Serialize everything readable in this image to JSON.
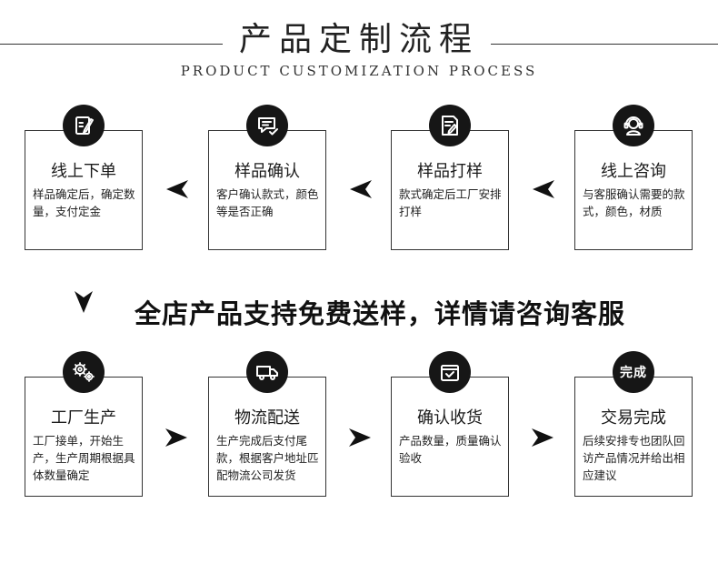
{
  "header": {
    "title": "产品定制流程",
    "subtitle": "PRODUCT CUSTOMIZATION PROCESS"
  },
  "row1": [
    {
      "title": "线上下单",
      "desc": "样品确定后，确定数量，支付定金",
      "icon": "edit-note-icon"
    },
    {
      "title": "样品确认",
      "desc": "客户确认款式，颜色等是否正确",
      "icon": "message-check-icon"
    },
    {
      "title": "样品打样",
      "desc": "款式确定后工厂安排打样",
      "icon": "document-edit-icon"
    },
    {
      "title": "线上咨询",
      "desc": "与客服确认需要的款式，颜色，材质",
      "icon": "headset-support-icon"
    }
  ],
  "notice": "全店产品支持免费送样，详情请咨询客服",
  "row2": [
    {
      "title": "工厂生产",
      "desc": "工厂接单，开始生产，生产周期根据具体数量确定",
      "icon": "gears-icon"
    },
    {
      "title": "物流配送",
      "desc": "生产完成后支付尾款，根据客户地址匹配物流公司发货",
      "icon": "delivery-truck-icon"
    },
    {
      "title": "确认收货",
      "desc": "产品数量，质量确认验收",
      "icon": "package-check-icon"
    },
    {
      "title": "交易完成",
      "desc": "后续安排专也团队回访产品情况并给出相应建议",
      "icon": "complete-badge-icon",
      "icon_text": "完成"
    }
  ]
}
